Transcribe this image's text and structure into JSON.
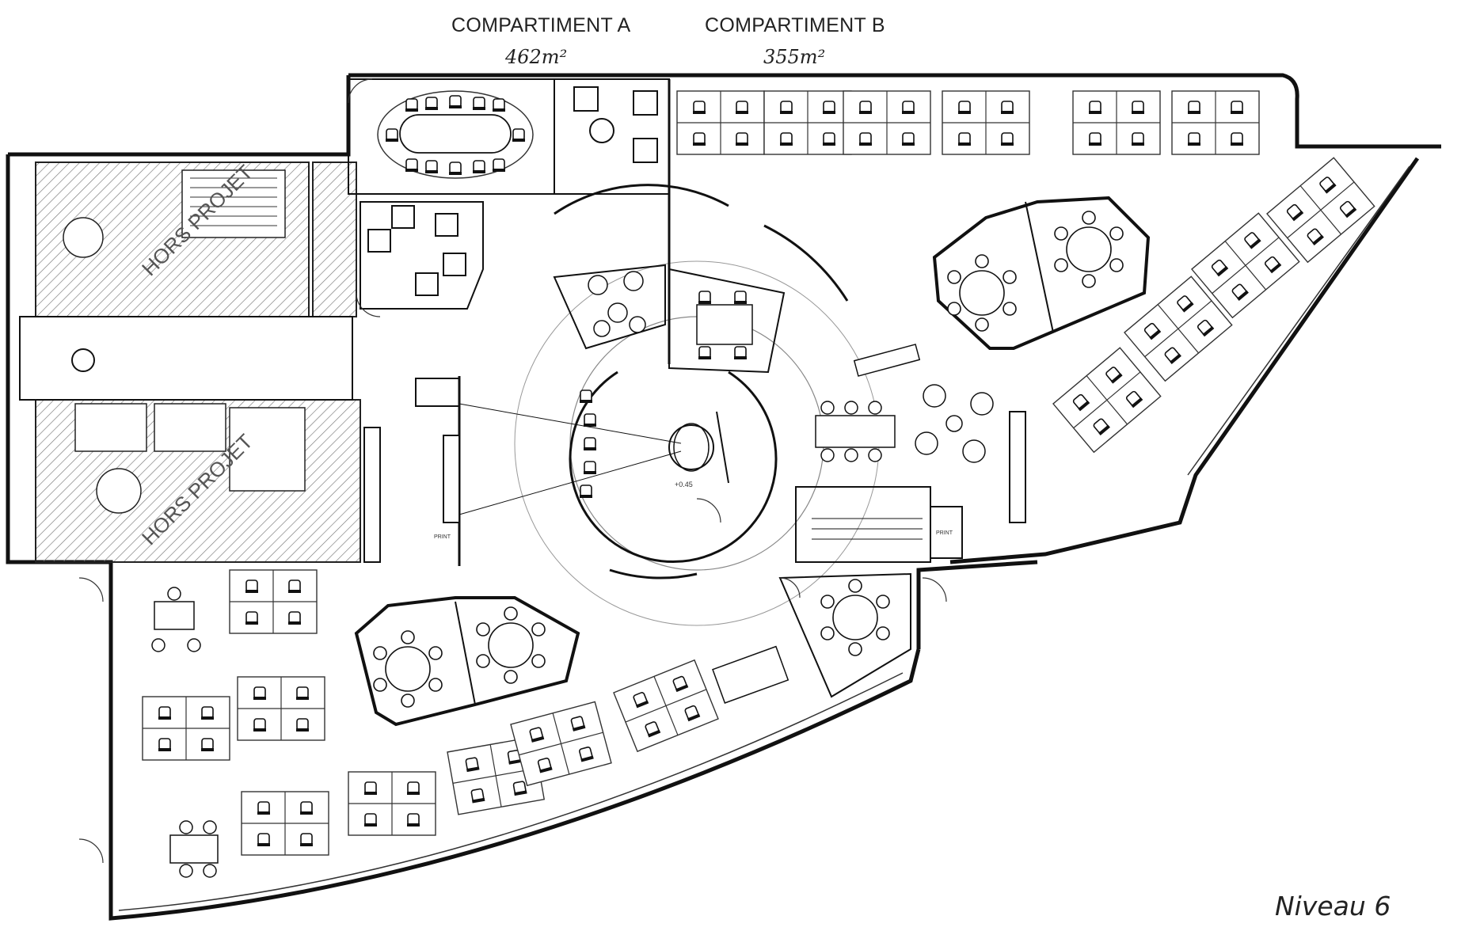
{
  "compartments": [
    {
      "title": "COMPARTIMENT A",
      "area": "462m²"
    },
    {
      "title": "COMPARTIMENT B",
      "area": "355m²"
    }
  ],
  "excluded_zone_label": "HORS PROJET",
  "level_label": "Niveau 6",
  "elevation_label": "+0.45",
  "print_label": "PRINT",
  "colors": {
    "line": "#111111",
    "hatch": "#777777",
    "bg": "#ffffff"
  }
}
